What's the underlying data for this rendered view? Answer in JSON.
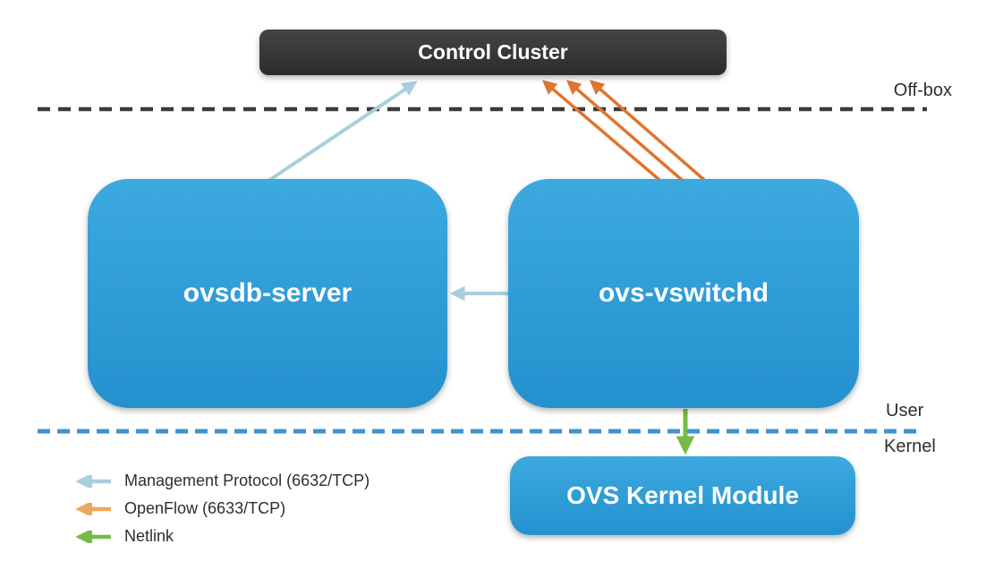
{
  "diagram": {
    "title_hint": "Open vSwitch architecture",
    "nodes": {
      "control_cluster": {
        "label": "Control Cluster"
      },
      "ovsdb_server": {
        "label": "ovsdb-server"
      },
      "ovs_vswitchd": {
        "label": "ovs-vswitchd"
      },
      "ovs_kernel_module": {
        "label": "OVS Kernel Module"
      }
    },
    "boundaries": {
      "off_box": {
        "label": "Off-box"
      },
      "user": {
        "label": "User"
      },
      "kernel": {
        "label": "Kernel"
      }
    },
    "legend": {
      "items": [
        {
          "name": "management-protocol",
          "label": "Management Protocol (6632/TCP)",
          "color": "#A9CEDD"
        },
        {
          "name": "openflow",
          "label": "OpenFlow (6633/TCP)",
          "color": "#EFA75F"
        },
        {
          "name": "netlink",
          "label": "Netlink",
          "color": "#74B843"
        }
      ]
    },
    "edges": [
      {
        "from": "ovsdb-server",
        "to": "control-cluster",
        "protocol": "management-protocol",
        "lines": 1
      },
      {
        "from": "ovs-vswitchd",
        "to": "control-cluster",
        "protocol": "openflow",
        "lines": 3
      },
      {
        "from": "ovs-vswitchd",
        "to": "ovsdb-server",
        "protocol": "management-protocol",
        "lines": 1
      },
      {
        "from": "ovs-vswitchd",
        "to": "ovs-kernel-module",
        "protocol": "netlink",
        "lines": 1
      }
    ]
  },
  "colors": {
    "box-blue-light": "#3CA9DF",
    "box-blue-dark": "#2491CF",
    "box-dark-light": "#454545",
    "box-dark-dark": "#2B2B2B",
    "arrow-cyan": "#A9CEDD",
    "arrow-orange": "#E0752F",
    "arrow-orange-legend": "#EFA75F",
    "arrow-green": "#77BB47",
    "dash-black": "#3B3B3B",
    "dash-blue": "#4292CB",
    "label-color": "#2E2E2E",
    "node-text": "#FFFFFF"
  }
}
